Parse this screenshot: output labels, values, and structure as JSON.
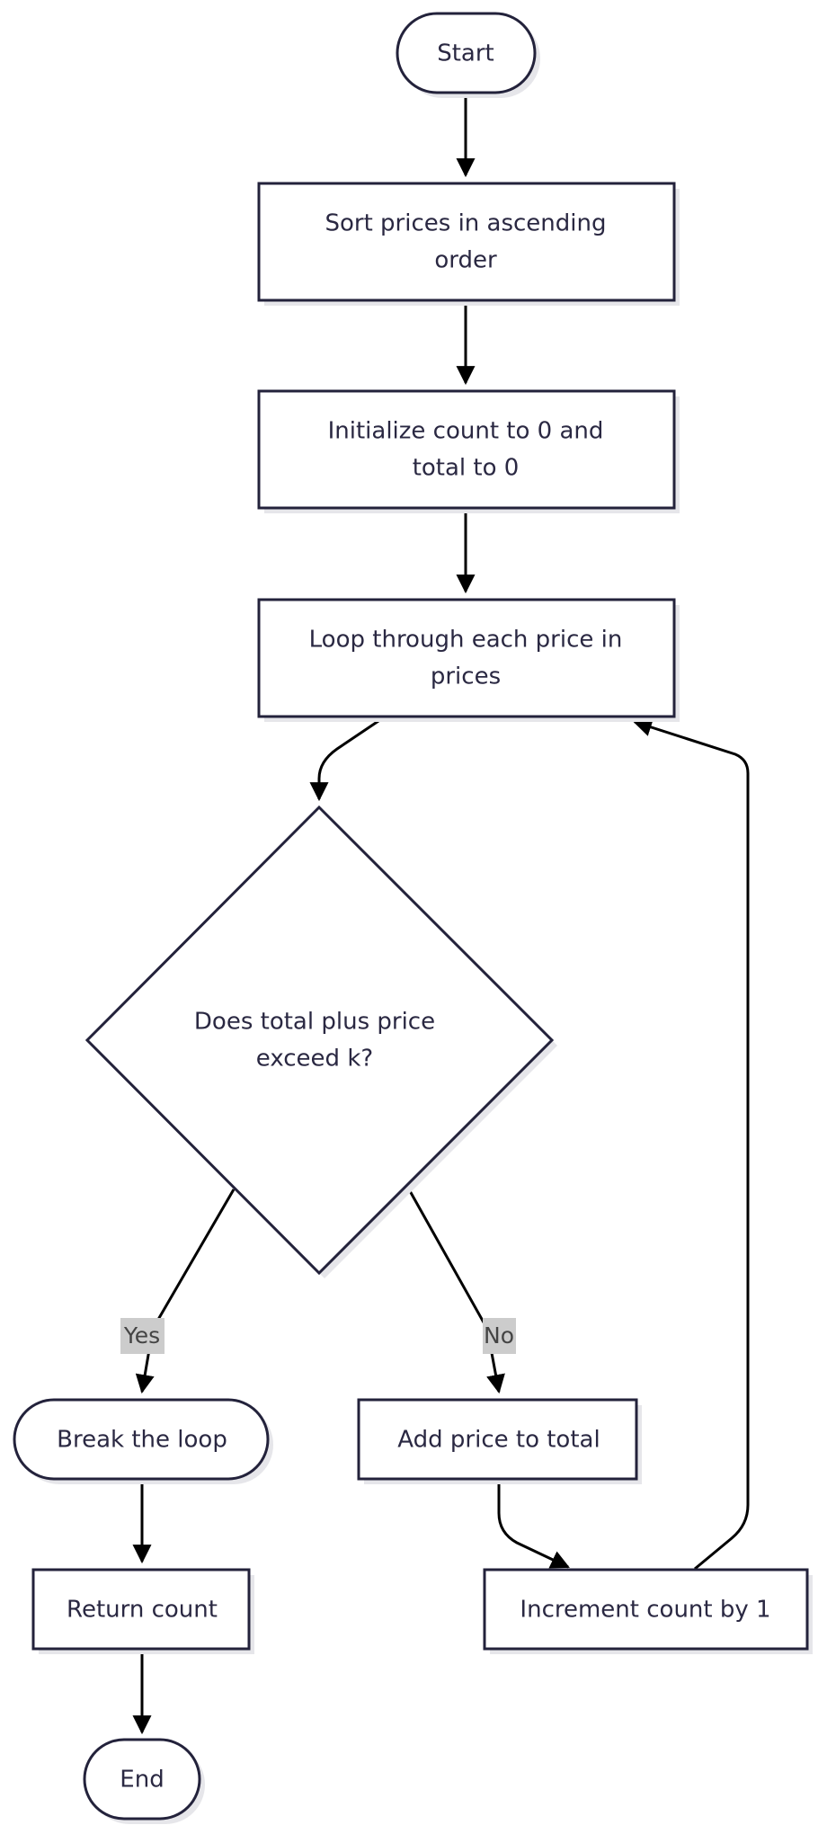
{
  "colors": {
    "stroke": "#23223b",
    "fill": "#ffffff",
    "text": "#2a2842",
    "shadow": "#e6e6ea",
    "edge": "#000000",
    "edge_label_bg": "#cccccc"
  },
  "nodes": {
    "start": {
      "shape": "terminator",
      "lines": [
        "Start"
      ]
    },
    "sort": {
      "shape": "process",
      "lines": [
        "Sort prices in ascending",
        "order"
      ]
    },
    "init": {
      "shape": "process",
      "lines": [
        "Initialize count to 0 and",
        "total to 0"
      ]
    },
    "loop": {
      "shape": "process",
      "lines": [
        "Loop through each price in",
        "prices"
      ]
    },
    "decision": {
      "shape": "decision",
      "lines": [
        "Does total plus price",
        "exceed k?"
      ]
    },
    "break": {
      "shape": "terminator",
      "lines": [
        "Break the loop"
      ]
    },
    "add": {
      "shape": "process",
      "lines": [
        "Add price to total"
      ]
    },
    "return": {
      "shape": "process",
      "lines": [
        "Return count"
      ]
    },
    "increment": {
      "shape": "process",
      "lines": [
        "Increment count by 1"
      ]
    },
    "end": {
      "shape": "terminator",
      "lines": [
        "End"
      ]
    }
  },
  "edges": [
    {
      "from": "start",
      "to": "sort",
      "label": ""
    },
    {
      "from": "sort",
      "to": "init",
      "label": ""
    },
    {
      "from": "init",
      "to": "loop",
      "label": ""
    },
    {
      "from": "loop",
      "to": "decision",
      "label": ""
    },
    {
      "from": "decision",
      "to": "break",
      "label": "Yes"
    },
    {
      "from": "decision",
      "to": "add",
      "label": "No"
    },
    {
      "from": "break",
      "to": "return",
      "label": ""
    },
    {
      "from": "add",
      "to": "increment",
      "label": ""
    },
    {
      "from": "increment",
      "to": "loop",
      "label": ""
    },
    {
      "from": "return",
      "to": "end",
      "label": ""
    }
  ]
}
